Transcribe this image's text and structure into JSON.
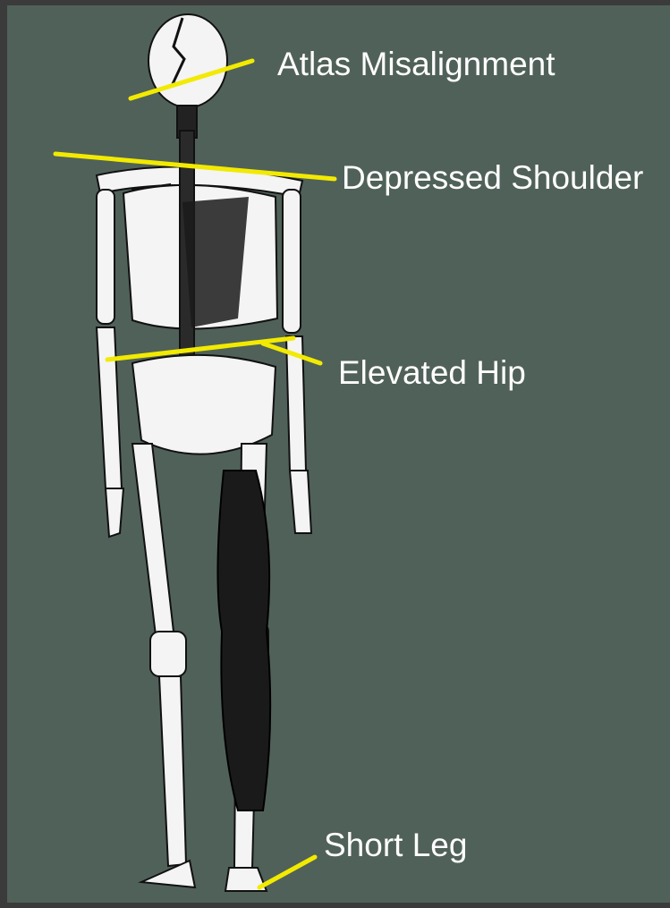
{
  "figure": {
    "background_color": "#506159",
    "frame_color": "#3b3b3b",
    "marker_color": "#f2ea00",
    "bone_color": "#f4f4f4",
    "muscle_color": "#1a1a1a",
    "labels": {
      "atlas": "Atlas Misalignment",
      "shoulder": "Depressed Shoulder",
      "hip": "Elevated Hip",
      "leg": "Short Leg"
    }
  }
}
